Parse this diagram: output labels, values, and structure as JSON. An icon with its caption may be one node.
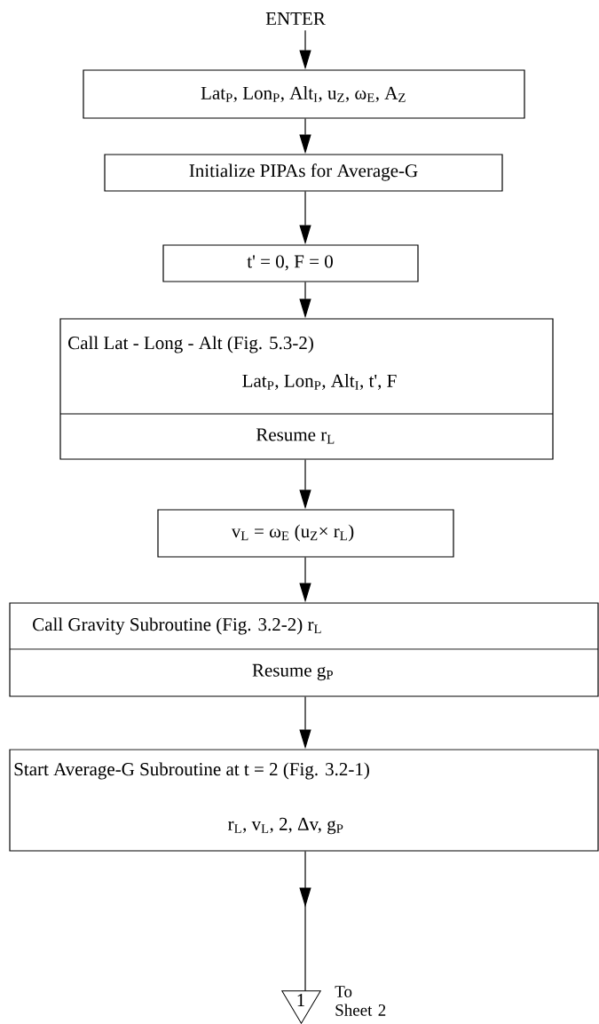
{
  "diagram": {
    "nodes": [
      {
        "text": [
          "ENTER"
        ]
      },
      {
        "text": [
          "Lat$_{P}$, Lon$_{P}$, Alt$_{I}$, u$_{Z}$, ω$_{E}$, A$_{Z}$"
        ]
      },
      {
        "text": [
          "Initialize PIPAs for Average-G"
        ]
      },
      {
        "text": [
          "t' = 0, F = 0"
        ]
      },
      {
        "text": [
          "Call Lat - Long - Alt (Fig. 5.3-2)",
          "Lat$_{P}$, Lon$_{P}$, Alt$_{I}$, t', F",
          "Resume r$_{L}$"
        ]
      },
      {
        "text": [
          "v$_{L}$ = ω$_{E}$ (u$_{Z}$× r$_{L}$)"
        ]
      },
      {
        "text": [
          "Call Gravity Subroutine (Fig. 3.2-2) r$_{L}$",
          "Resume g$_{P}$"
        ]
      },
      {
        "text": [
          "Start Average-G Subroutine at t = 2 (Fig. 3.2-1)",
          "r$_{L}$, v$_{L}$, 2, Δv, g$_{P}$"
        ]
      },
      {
        "text": [
          "1"
        ],
        "beside": [
          "To Sheet 2"
        ]
      }
    ],
    "edges": [
      {
        "from": 0,
        "to": 1,
        "arrow": "to"
      },
      {
        "from": 1,
        "to": 2,
        "arrow": "to"
      },
      {
        "from": 2,
        "to": 3,
        "arrow": "to"
      },
      {
        "from": 3,
        "to": 4,
        "arrow": "to"
      },
      {
        "from": 4,
        "to": 5,
        "arrow": "to"
      },
      {
        "from": 5,
        "to": 6,
        "arrow": "to"
      },
      {
        "from": 6,
        "to": 7,
        "arrow": "to"
      },
      {
        "from": 7,
        "to": 8,
        "arrow": "to"
      }
    ]
  }
}
